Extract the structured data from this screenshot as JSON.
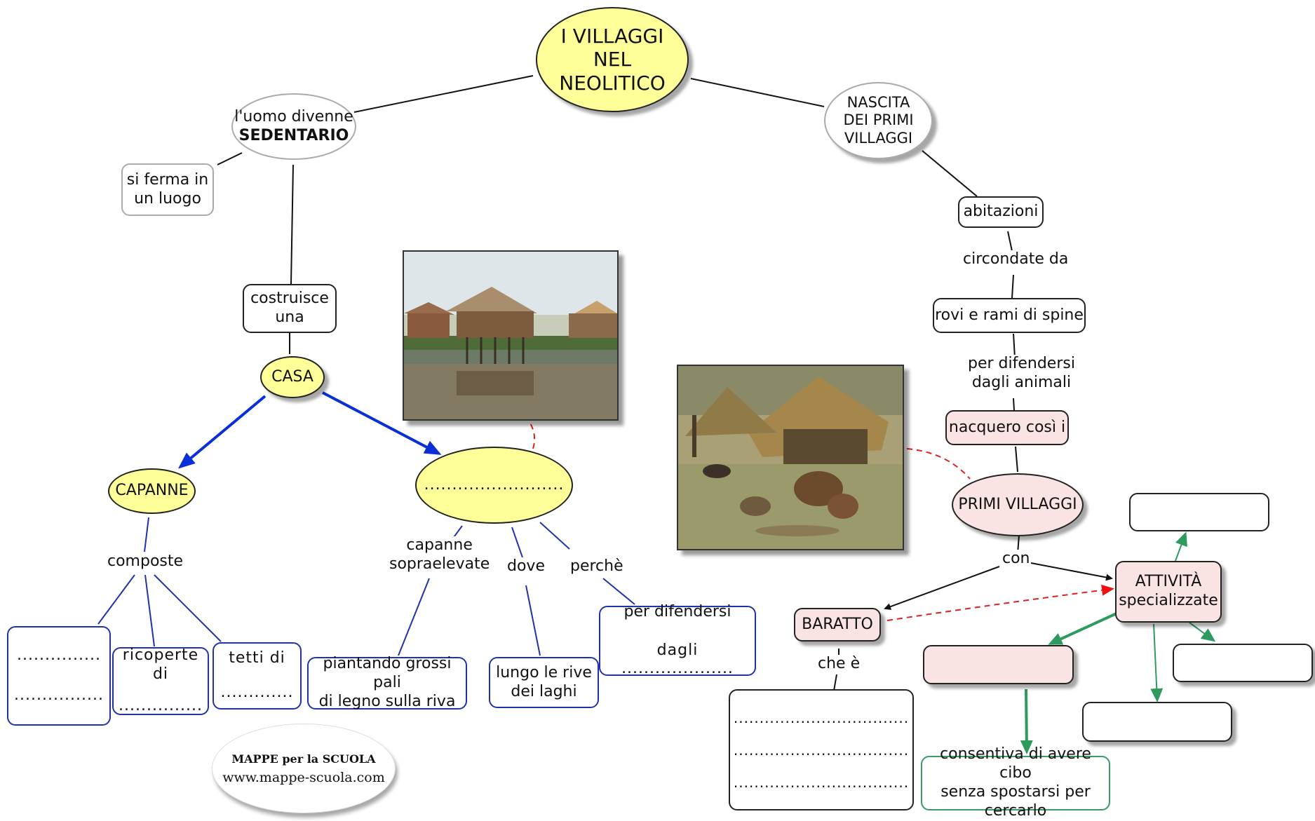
{
  "central": {
    "lines": [
      "I VILLAGGI",
      "NEL",
      "NEOLITICO"
    ]
  },
  "left": {
    "sedentario": {
      "line1": "l'uomo divenne",
      "line2": "SEDENTARIO"
    },
    "si_ferma": {
      "lines": [
        "si ferma in",
        "un luogo"
      ]
    },
    "costruisce": {
      "lines": [
        "costruisce",
        "una"
      ]
    },
    "casa": "CASA",
    "capanne": "CAPANNE",
    "composte": "composte",
    "box_dots": {
      "lines": [
        "...............",
        "................"
      ]
    },
    "ricoperte": {
      "line1": "ricoperte di",
      "line2": "..............."
    },
    "tetti": {
      "line1": "tetti di",
      "line2": "............."
    },
    "palafitta_blank": ".........................",
    "capanne_sopraelevate": {
      "lines": [
        "capanne",
        "sopraelevate"
      ]
    },
    "dove": "dove",
    "perche": "perchè",
    "piantando": {
      "lines": [
        "piantando grossi pali",
        "di legno sulla riva"
      ]
    },
    "lungo": {
      "lines": [
        "lungo le rive",
        "dei laghi"
      ]
    },
    "difendersi": {
      "line1": "per difendersi",
      "line2": "dagli ...................."
    }
  },
  "right": {
    "nascita": {
      "lines": [
        "NASCITA",
        "DEI PRIMI",
        "VILLAGGI"
      ]
    },
    "abitazioni": "abitazioni",
    "circondate": "circondate da",
    "rovi": "rovi e rami di spine",
    "per_difendersi": {
      "lines": [
        "per difendersi",
        "dagli animali"
      ]
    },
    "nacquero": "nacquero così i",
    "primi_villaggi": "PRIMI VILLAGGI",
    "con": "con",
    "baratto": "BARATTO",
    "che_e": "che è",
    "baratto_dots": {
      "lines": [
        "..................................",
        "..................................",
        ".................................."
      ]
    },
    "attivita": {
      "lines": [
        "ATTIVITÀ",
        "specializzate"
      ]
    },
    "consentiva": {
      "lines": [
        "consentiva di avere cibo",
        "senza spostarsi per cercarlo"
      ]
    }
  },
  "logo": {
    "line1": "MAPPE per la SCUOLA",
    "line2": "www.mappe-scuola.com"
  },
  "colors": {
    "yellow_fill": "#ffff99",
    "pink_fill": "#f9e3e3",
    "blue_link": "#0a2fd6",
    "green_link": "#2e9a5e",
    "red_dash": "#dd2222"
  }
}
